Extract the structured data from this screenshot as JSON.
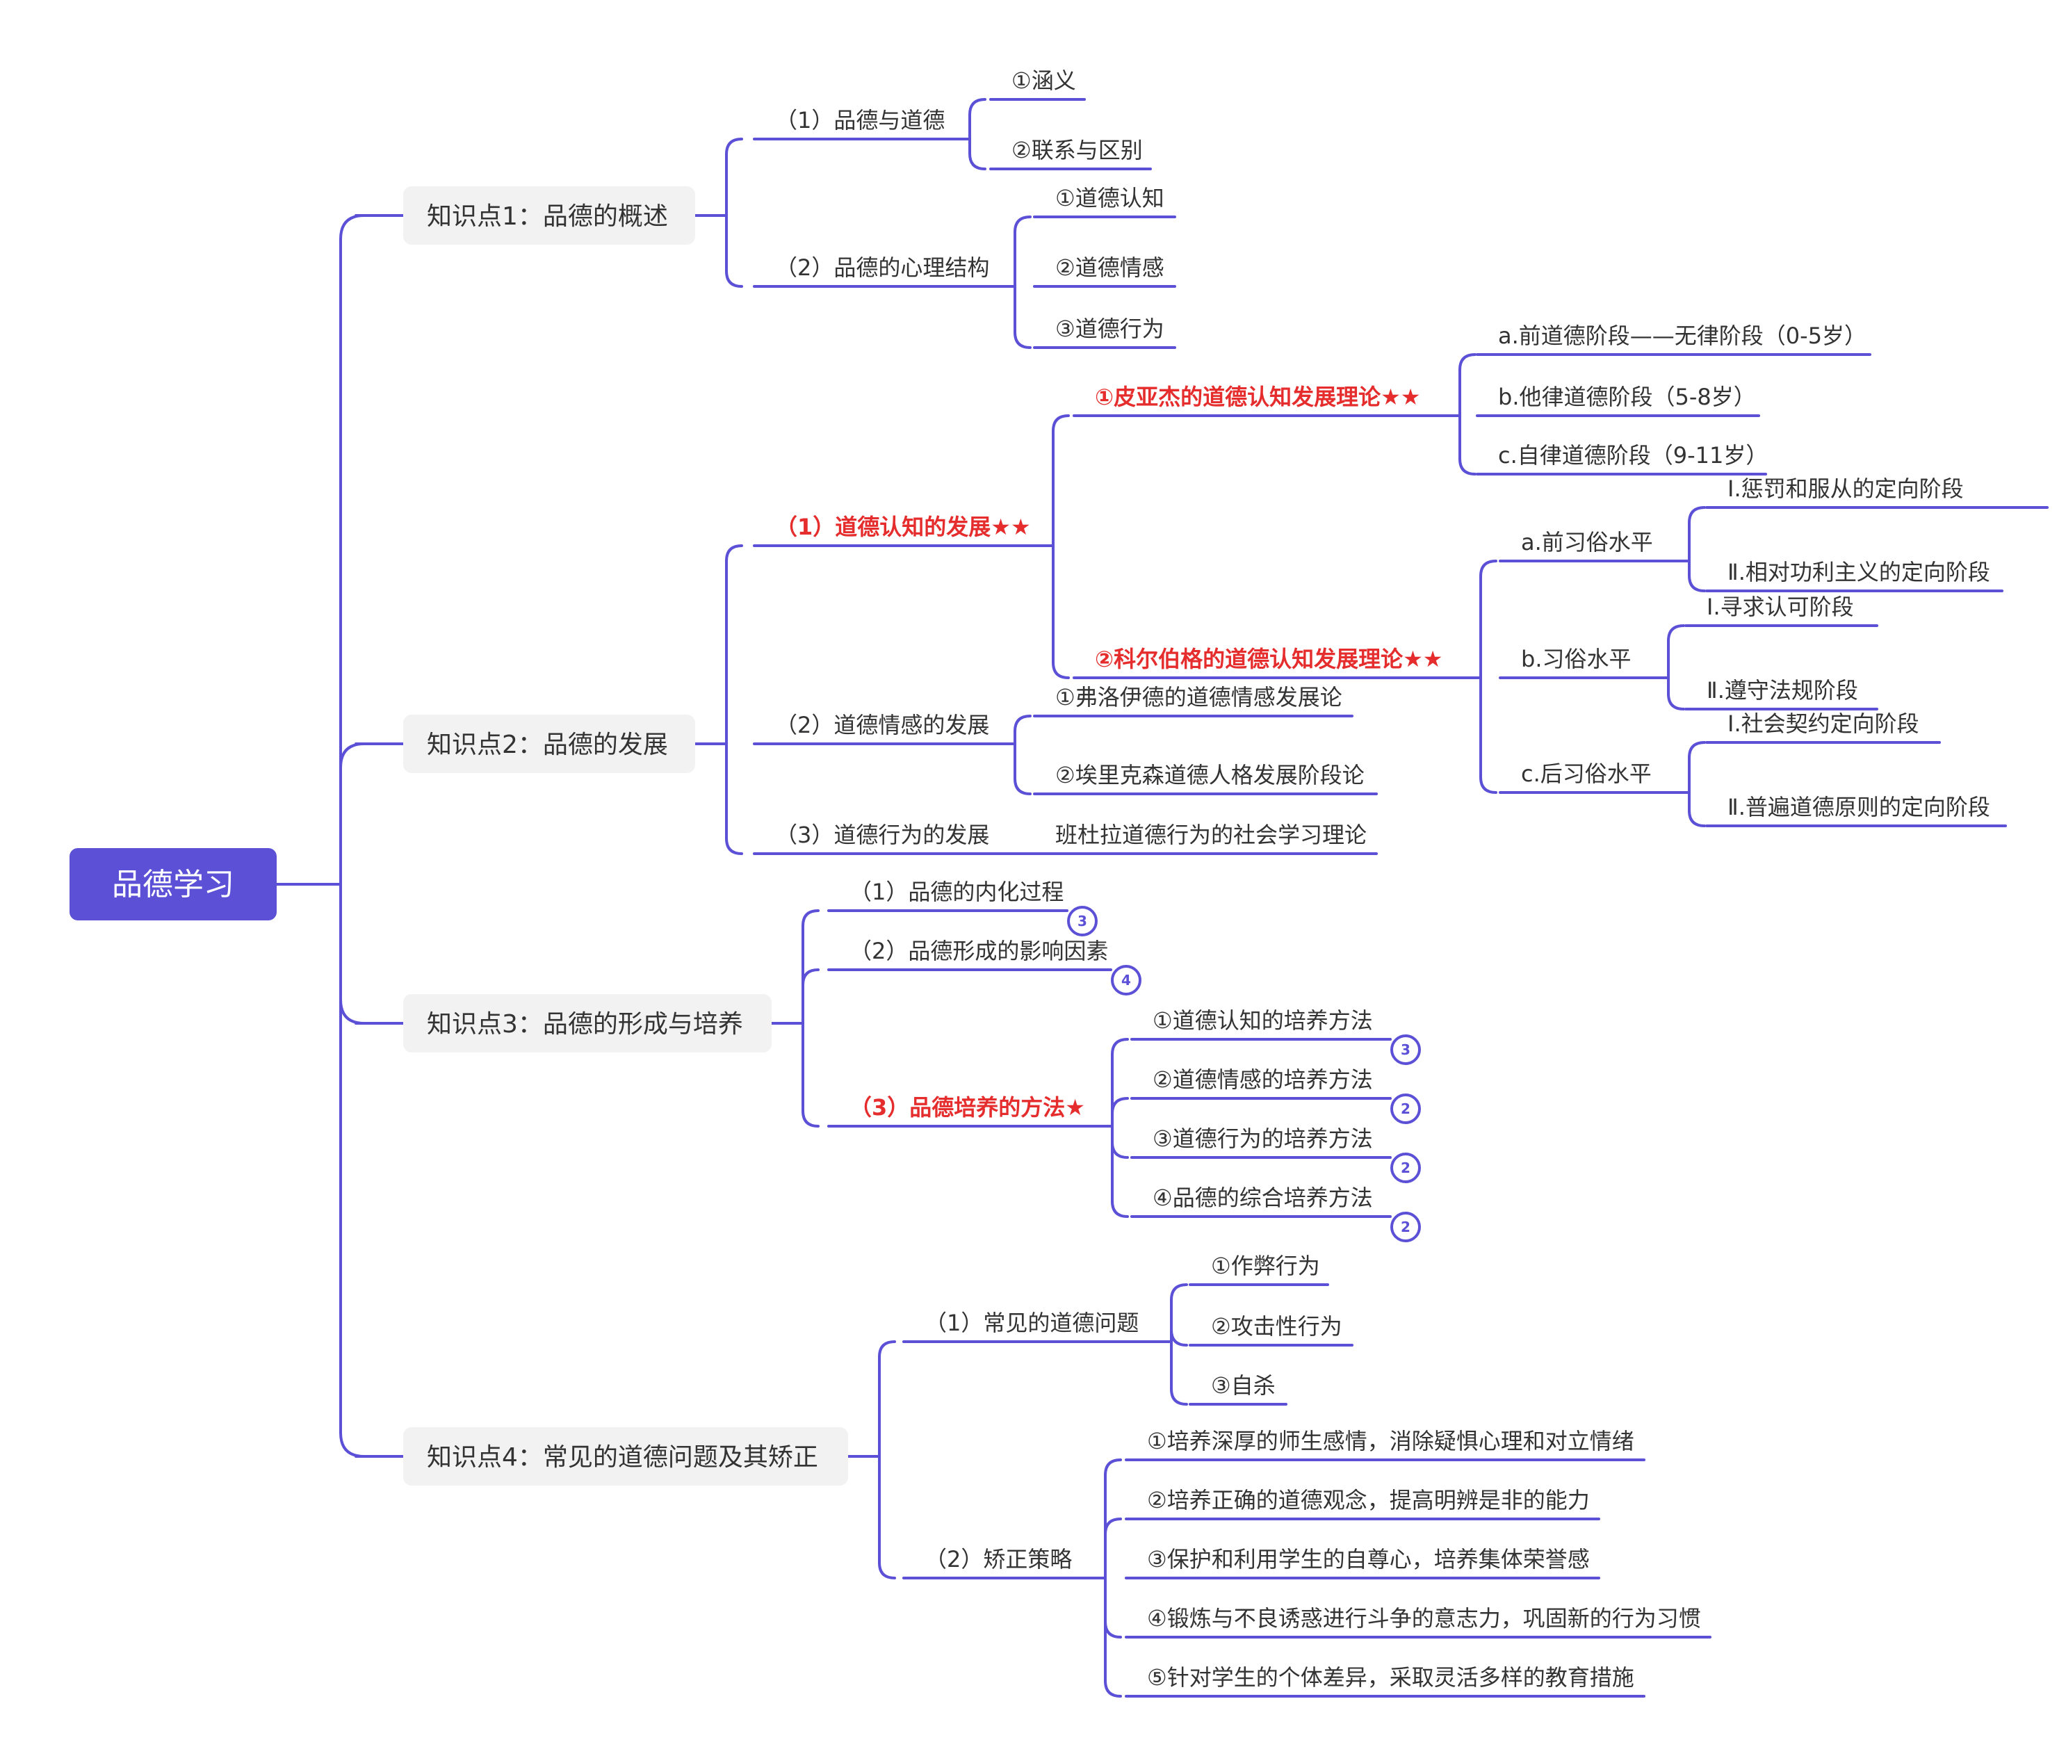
{
  "colors": {
    "line": "#5b50d6",
    "root_fill": "#5b50d6",
    "topic_fill": "#f2f2f2",
    "text": "#333333",
    "highlight": "#e52d2d"
  },
  "root": "品德学习",
  "topics": {
    "t1": "知识点1：品德的概述",
    "t2": "知识点2：品德的发展",
    "t3": "知识点3：品德的形成与培养",
    "t4": "知识点4：常见的道德问题及其矫正"
  },
  "t1": {
    "s1": "（1）品德与道德",
    "s1_items": [
      "①涵义",
      "②联系与区别"
    ],
    "s2": "（2）品德的心理结构",
    "s2_items": [
      "①道德认知",
      "②道德情感",
      "③道德行为"
    ]
  },
  "t2": {
    "s1": "（1）道德认知的发展★★",
    "piaget": "①皮亚杰的道德认知发展理论★★",
    "piaget_items": [
      "a.前道德阶段——无律阶段（0-5岁）",
      "b.他律道德阶段（5-8岁）",
      "c.自律道德阶段（9-11岁）"
    ],
    "kohlberg": "②科尔伯格的道德认知发展理论★★",
    "levels": [
      {
        "name": "a.前习俗水平",
        "stages": [
          "Ⅰ.惩罚和服从的定向阶段",
          "Ⅱ.相对功利主义的定向阶段"
        ]
      },
      {
        "name": "b.习俗水平",
        "stages": [
          "Ⅰ.寻求认可阶段",
          "Ⅱ.遵守法规阶段"
        ]
      },
      {
        "name": "c.后习俗水平",
        "stages": [
          "Ⅰ.社会契约定向阶段",
          "Ⅱ.普遍道德原则的定向阶段"
        ]
      }
    ],
    "s2": "（2）道德情感的发展",
    "s2_items": [
      "①弗洛伊德的道德情感发展论",
      "②埃里克森道德人格发展阶段论"
    ],
    "s3": "（3）道德行为的发展",
    "s3_item": "班杜拉道德行为的社会学习理论"
  },
  "t3": {
    "s1": "（1）品德的内化过程",
    "s1_badge": "3",
    "s2": "（2）品德形成的影响因素",
    "s2_badge": "4",
    "s3": "（3）品德培养的方法★",
    "methods": [
      {
        "label": "①道德认知的培养方法",
        "badge": "3"
      },
      {
        "label": "②道德情感的培养方法",
        "badge": "2"
      },
      {
        "label": "③道德行为的培养方法",
        "badge": "2"
      },
      {
        "label": "④品德的综合培养方法",
        "badge": "2"
      }
    ]
  },
  "t4": {
    "s1": "（1）常见的道德问题",
    "s1_items": [
      "①作弊行为",
      "②攻击性行为",
      "③自杀"
    ],
    "s2": "（2）矫正策略",
    "s2_items": [
      "①培养深厚的师生感情，消除疑惧心理和对立情绪",
      "②培养正确的道德观念，提高明辨是非的能力",
      "③保护和利用学生的自尊心，培养集体荣誉感",
      "④锻炼与不良诱惑进行斗争的意志力，巩固新的行为习惯",
      "⑤针对学生的个体差异，采取灵活多样的教育措施"
    ]
  }
}
